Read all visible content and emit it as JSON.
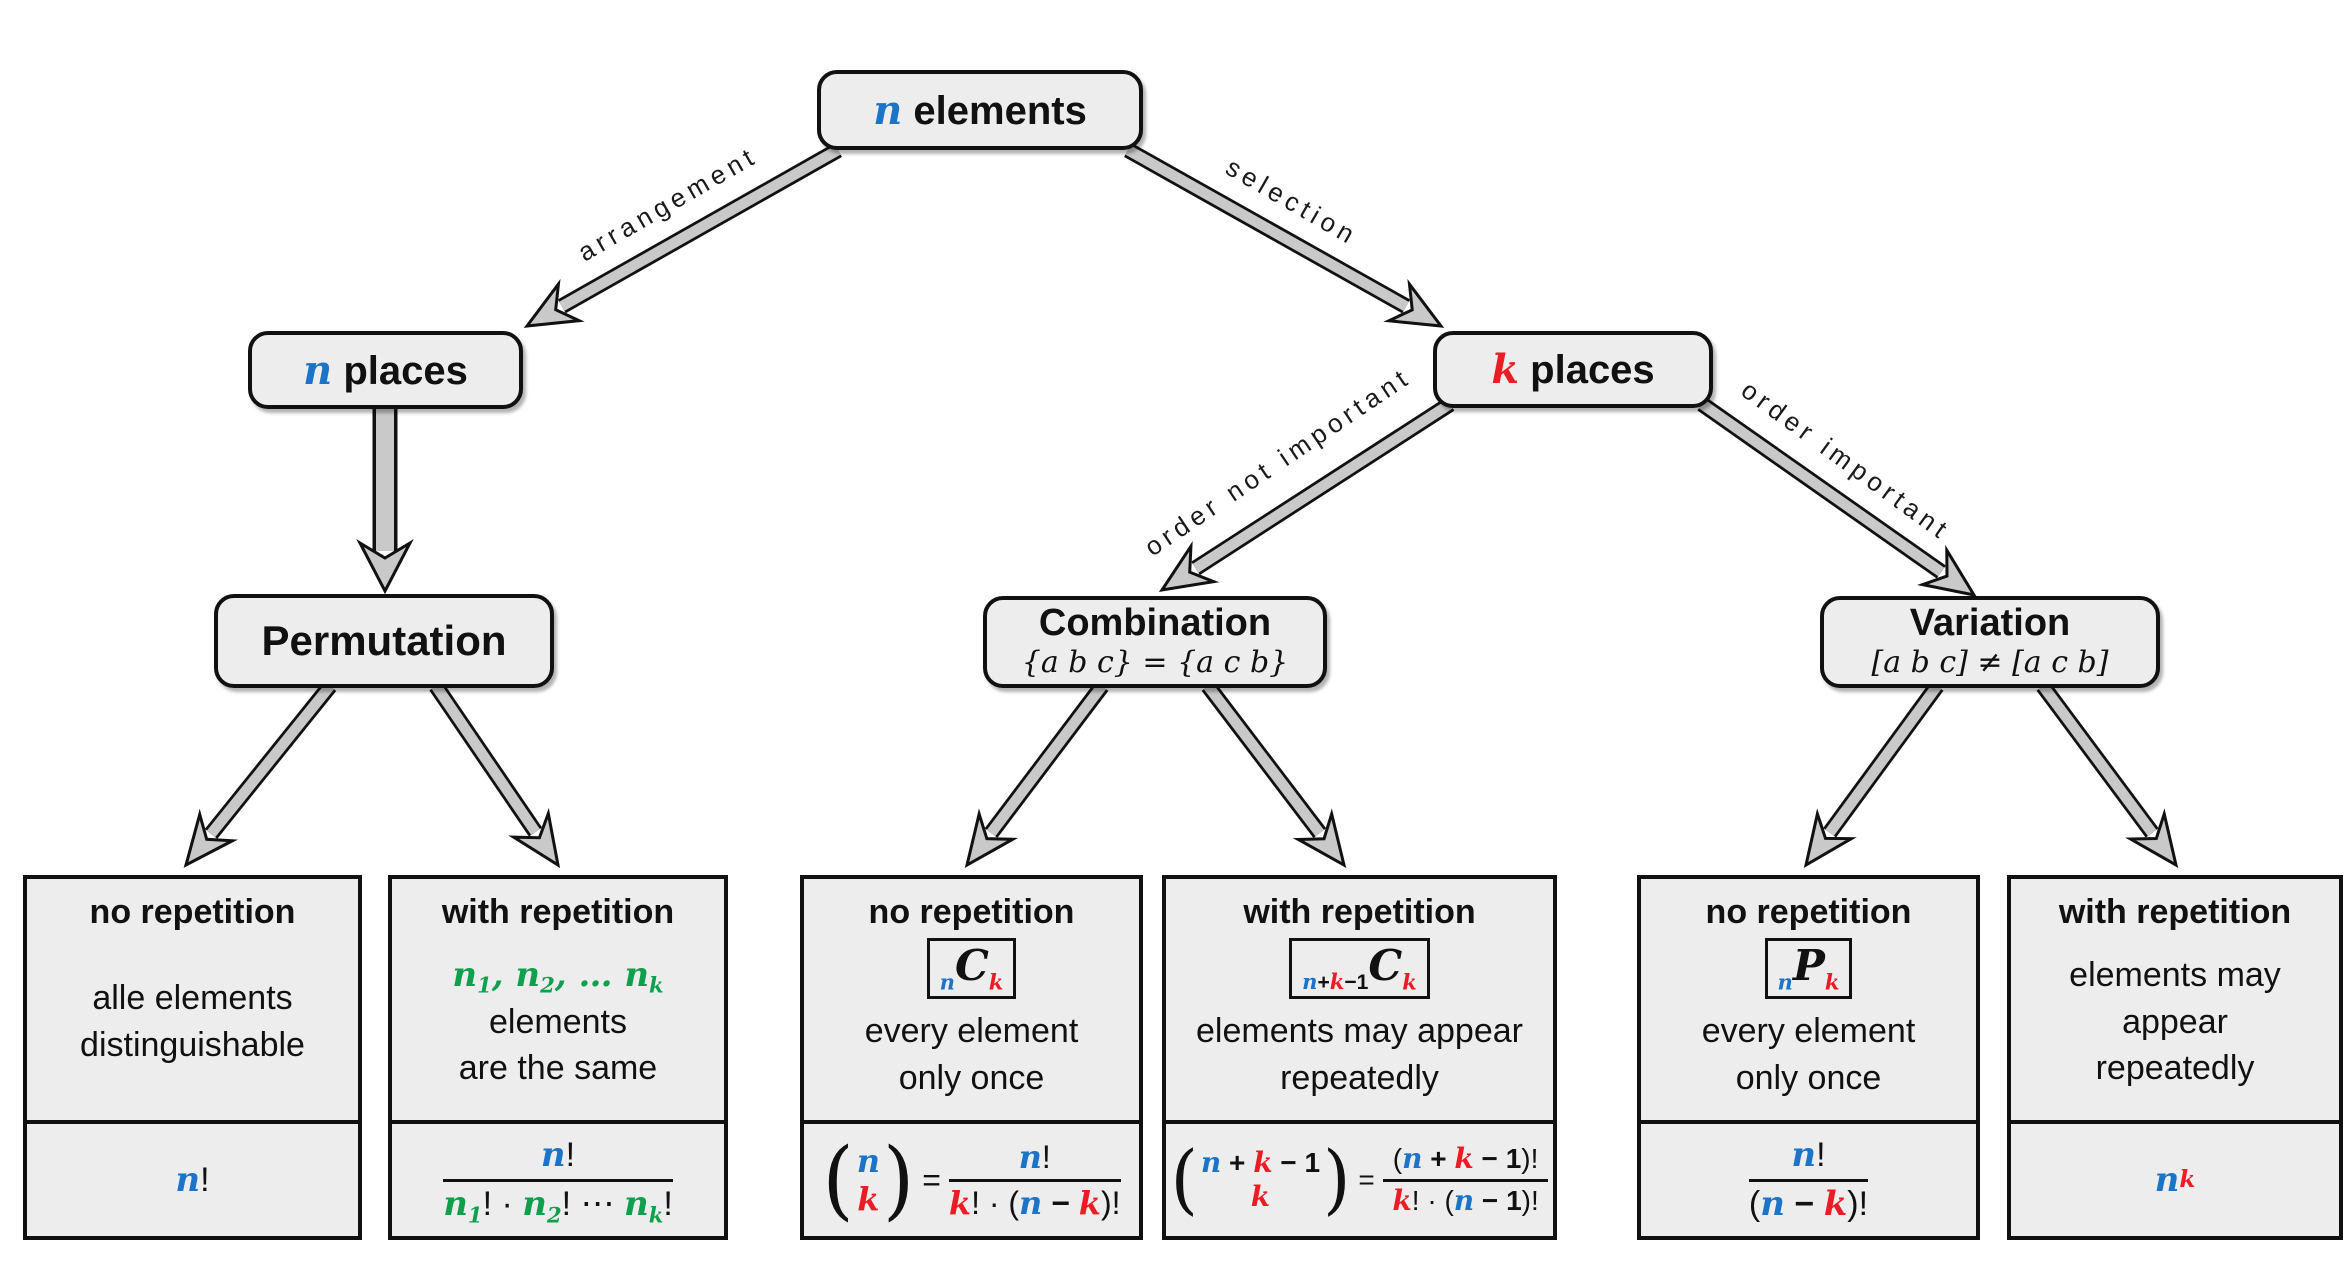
{
  "diagram": "combinatorics decision tree",
  "colors": {
    "variable_n_blue": "#1b74c8",
    "variable_k_red": "#ed1c24",
    "variable_rep_green": "#0fa04e",
    "box_fill": "#ededed",
    "box_border": "#111111",
    "arrow_fill": "#c9c9c9",
    "background": "#ffffff"
  },
  "nodes": {
    "root": {
      "html": "<span class='m mb'>n</span> elements"
    },
    "n_places": {
      "html": "<span class='m mb'>n</span> places"
    },
    "k_places": {
      "html": "<span class='m mr'>k</span> places"
    },
    "permutation": {
      "title": "Permutation"
    },
    "combination": {
      "title": "Combination",
      "subtitle": "{a b c} = {a c b}"
    },
    "variation": {
      "title": "Variation",
      "subtitle": "[a b c] ≠ [a c b]"
    }
  },
  "edge_labels": {
    "arrangement": "arrangement",
    "selection": "selection",
    "order_not_important": "order not important",
    "order_important": "order important"
  },
  "leaves": [
    {
      "header": "no repetition",
      "desc_html": "alle elements<br>distinguishable",
      "formula_html": "<span class='m mb'>n</span><span class='pn'>!</span>"
    },
    {
      "header": "with repetition",
      "desc_html": "<span class='m mg'>n<sub>1</sub>, n<sub>2</sub>, … n<sub>k</sub></span> elements<br>are the same",
      "formula_html": "<span class='frac'><span class='fn'><span class='m mb'>n</span><span class='pn'>!</span></span><span class='fd'><span class='m mg'>n<sub>1</sub></span><span class='pn'>! · </span><span class='m mg'>n<sub>2</sub></span><span class='pn'>! ⋯ </span><span class='m mg'>n<sub>k</sub></span><span class='pn'>!</span></span></span>"
    },
    {
      "header": "no repetition",
      "symbol_html": "<sub class='m mb'>n</sub><span class='m big'>C</span><sub class='m mr'>k</sub>",
      "desc_html": "every element<br>only once",
      "formula_html": "<span class='binom'><span class='paren'>(</span><span class='bstack'><span class='m mb'>n</span><span class='m mr'>k</span></span><span class='paren'>)</span></span><span class='eq'>=</span><span class='frac'><span class='fn'><span class='m mb'>n</span><span class='pn'>!</span></span><span class='fd'><span class='m mr'>k</span><span class='pn'>! · (</span><span class='m mb'>n</span><span class='op'> − </span><span class='m mr'>k</span><span class='pn'>)!</span></span></span>"
    },
    {
      "header": "with repetition",
      "symbol_html": "<sub><span class='m mb'>n</span><span class='opb'>+</span><span class='m mr'>k</span><span class='opb'>−1</span></sub><span class='m big'>C</span><sub class='m mr'>k</sub>",
      "desc_html": "elements may appear<br>repeatedly",
      "formula_html": "<span class='binom'><span class='paren'>(</span><span class='bstack'><span><span class='m mb'>n</span><span class='op'> + </span><span class='m mr'>k</span><span class='op'> − 1</span></span><span class='m mr'>k</span></span><span class='paren'>)</span></span><span class='eq'>=</span><span class='frac'><span class='fn'><span class='pn'>(</span><span class='m mb'>n</span><span class='op'> + </span><span class='m mr'>k</span><span class='op'> − 1</span><span class='pn'>)!</span></span><span class='fd'><span class='m mr'>k</span><span class='pn'>! · (</span><span class='m mb'>n</span><span class='op'> − 1</span><span class='pn'>)!</span></span></span>"
    },
    {
      "header": "no repetition",
      "symbol_html": "<sub class='m mb'>n</sub><span class='m big'>P</span><sub class='m mr'>k</sub>",
      "desc_html": "every element<br>only once",
      "formula_html": "<span class='frac'><span class='fn'><span class='m mb'>n</span><span class='pn'>!</span></span><span class='fd'><span class='pn'>(</span><span class='m mb'>n</span><span class='op'> − </span><span class='m mr'>k</span><span class='pn'>)!</span></span></span>"
    },
    {
      "header": "with repetition",
      "desc_html": "elements may appear<br>repeatedly",
      "formula_html": "<span class='m mb'>n</span><sup class='m mr supk'>k</sup>"
    }
  ]
}
